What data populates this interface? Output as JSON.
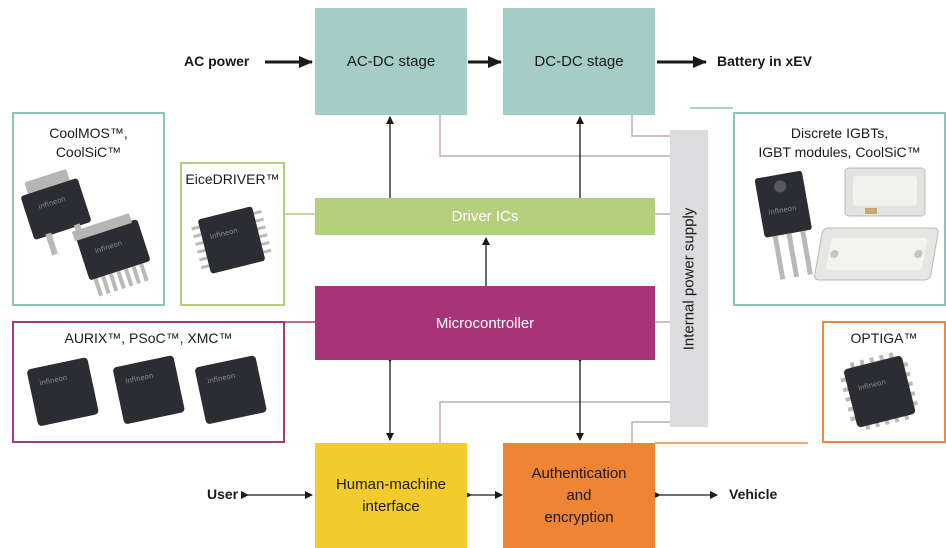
{
  "external": {
    "ac_power": "AC power",
    "battery": "Battery in xEV",
    "user": "User",
    "vehicle": "Vehicle"
  },
  "blocks": {
    "ac_dc": "AC-DC stage",
    "dc_dc": "DC-DC stage",
    "driver": "Driver ICs",
    "mcu": "Microcontroller",
    "hmi_lines": [
      "Human-machine",
      "interface"
    ],
    "auth_lines": [
      "Authentication",
      "and",
      "encryption"
    ],
    "supply": "Internal power supply"
  },
  "products": {
    "coolmos_lines": [
      "CoolMOS™,",
      "CoolSiC™"
    ],
    "eicedriver": "EiceDRIVER™",
    "aurix": "AURIX™, PSoC™, XMC™",
    "igbt_lines": [
      "Discrete IGBTs,",
      "IGBT modules, CoolSiC™"
    ],
    "optiga": "OPTIGA™"
  },
  "colors": {
    "stage": "#a3cdc5",
    "driver": "#b4d07e",
    "mcu": "#a83478",
    "hmi": "#f2cb2d",
    "auth": "#ee8434",
    "supply": "#dcdcde"
  }
}
